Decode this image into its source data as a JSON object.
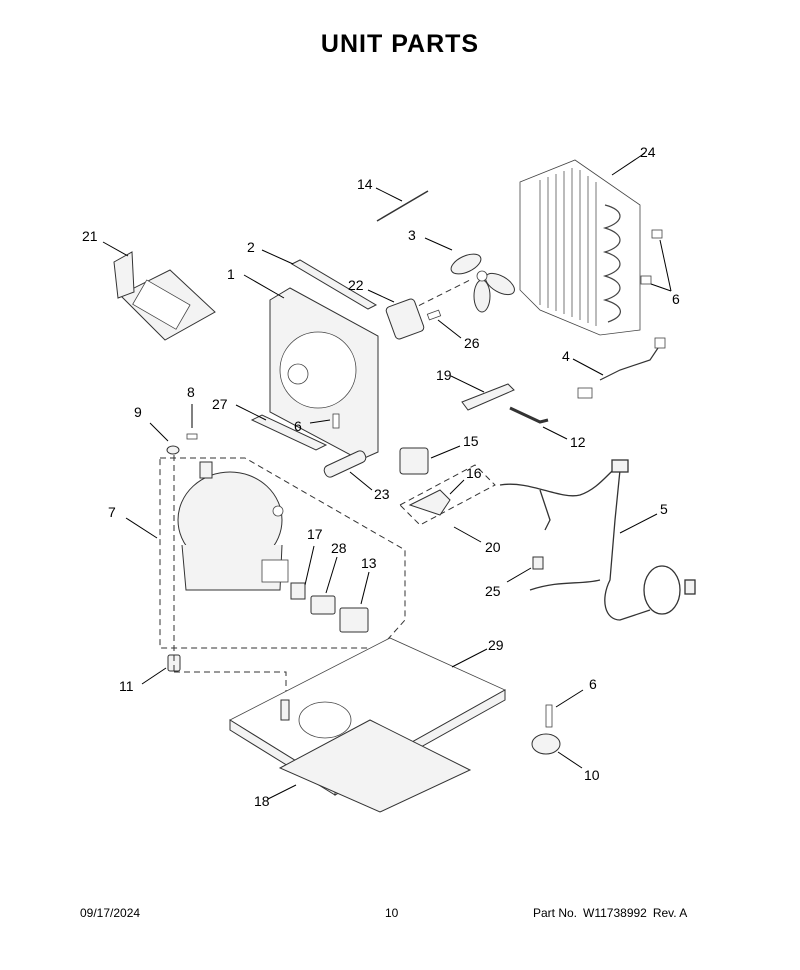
{
  "title": "UNIT  PARTS",
  "callouts": {
    "c1": "1",
    "c2": "2",
    "c3": "3",
    "c4": "4",
    "c5": "5",
    "c6a": "6",
    "c6b": "6",
    "c6c": "6",
    "c7": "7",
    "c8": "8",
    "c9": "9",
    "c10": "10",
    "c11": "11",
    "c12": "12",
    "c13": "13",
    "c14": "14",
    "c15": "15",
    "c16": "16",
    "c17": "17",
    "c18": "18",
    "c19": "19",
    "c20": "20",
    "c21": "21",
    "c22": "22",
    "c23": "23",
    "c24": "24",
    "c25": "25",
    "c26": "26",
    "c27": "27",
    "c28": "28",
    "c29": "29"
  },
  "footer": {
    "date": "09/17/2024",
    "page": "10",
    "part_label": "Part No.",
    "part_number": "W11738992",
    "rev": "Rev.  A"
  }
}
